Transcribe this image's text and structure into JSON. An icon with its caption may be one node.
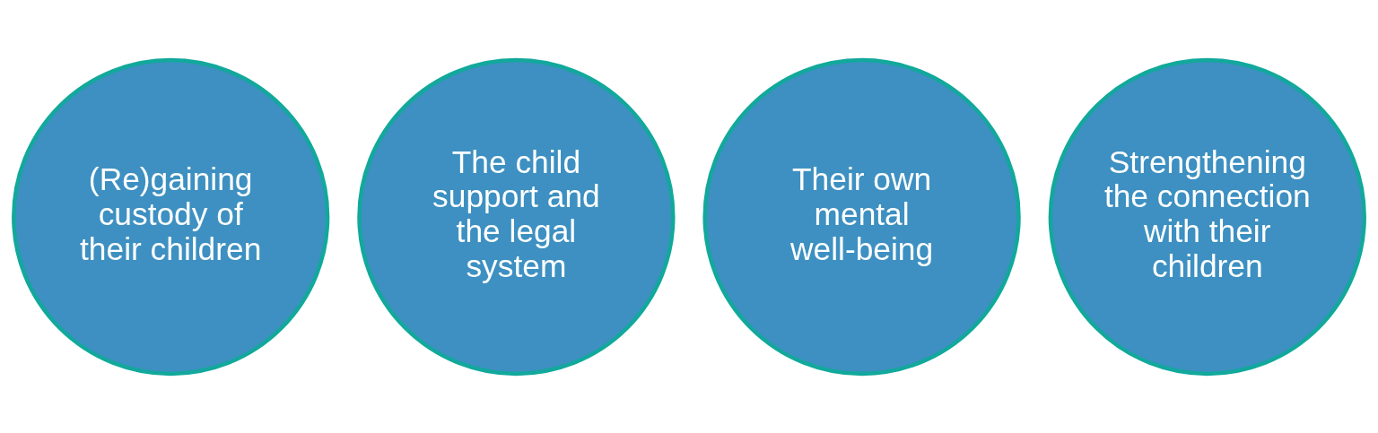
{
  "diagram": {
    "nodes": [
      {
        "text": [
          "(Re)gaining custody of their children"
        ]
      },
      {
        "text": [
          "The child support and the legal system"
        ]
      },
      {
        "text": [
          "Their own mental well-being"
        ]
      },
      {
        "text": [
          "Strengthening the connection with their children"
        ]
      }
    ],
    "edges": []
  }
}
